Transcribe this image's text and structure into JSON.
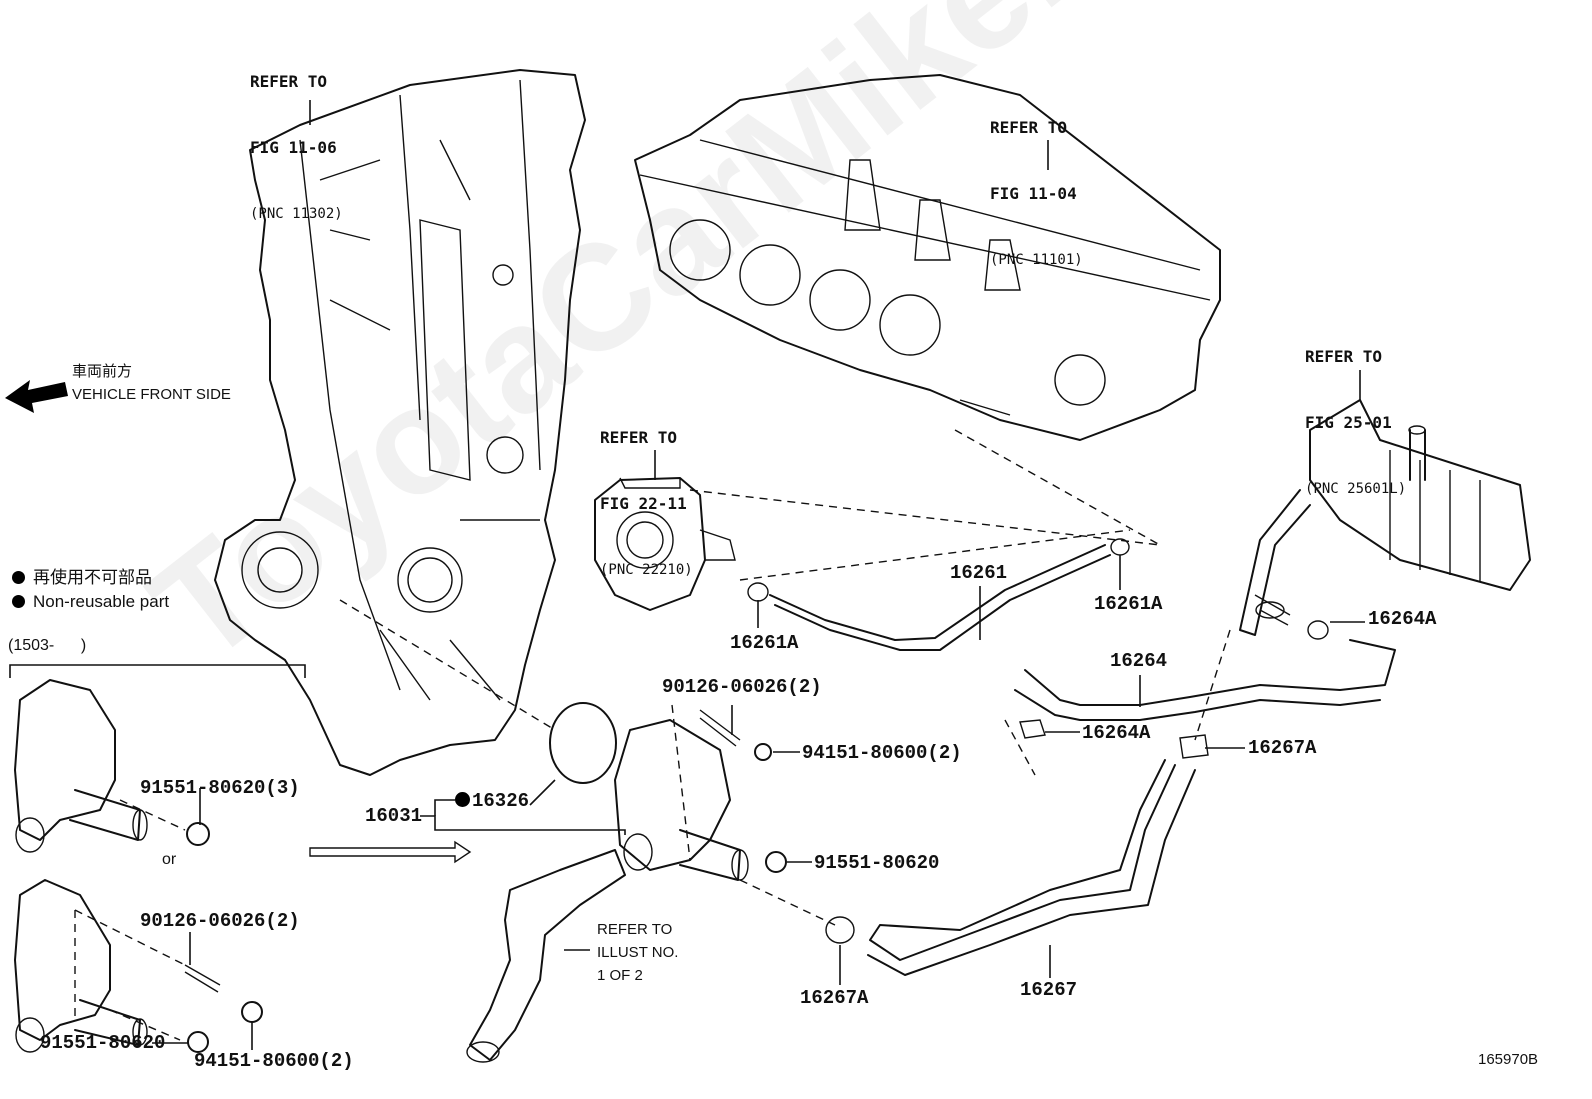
{
  "diagram": {
    "illustration_number": "165970B",
    "watermark": "ToyotaCarMike.ru",
    "vehicle_front": {
      "label_jp": "車両前方",
      "label_en": "VEHICLE FRONT SIDE"
    },
    "legend": {
      "non_reusable_jp": "再使用不可部品",
      "non_reusable_en": "Non-reusable part"
    },
    "date_range": "(1503-      )",
    "or_label": "or",
    "references": [
      {
        "line1": "REFER TO",
        "line2": "FIG 11-06",
        "line3": "(PNC 11302)"
      },
      {
        "line1": "REFER TO",
        "line2": "FIG 11-04",
        "line3": "(PNC 11101)"
      },
      {
        "line1": "REFER TO",
        "line2": "FIG 22-11",
        "line3": "(PNC 22210)"
      },
      {
        "line1": "REFER TO",
        "line2": "FIG 25-01",
        "line3": "(PNC 25601L)"
      },
      {
        "line1": "REFER TO",
        "line2": "ILLUST NO.",
        "line3": "1 OF 2"
      }
    ],
    "parts": {
      "p16261": "16261",
      "p16261A_left": "16261A",
      "p16261A_right": "16261A",
      "p16264": "16264",
      "p16264A_right": "16264A",
      "p16264A_left": "16264A",
      "p16267A_right": "16267A",
      "p16267A_bottom": "16267A",
      "p16267": "16267",
      "p16031": "16031",
      "p16326": "16326",
      "p90126_main": "90126-06026(2)",
      "p94151_main": "94151-80600(2)",
      "p91551_main": "91551-80620",
      "p91551_alt1": "91551-80620(3)",
      "p90126_alt2": "90126-06026(2)",
      "p91551_alt2": "91551-80620",
      "p94151_alt2": "94151-80600(2)"
    }
  }
}
